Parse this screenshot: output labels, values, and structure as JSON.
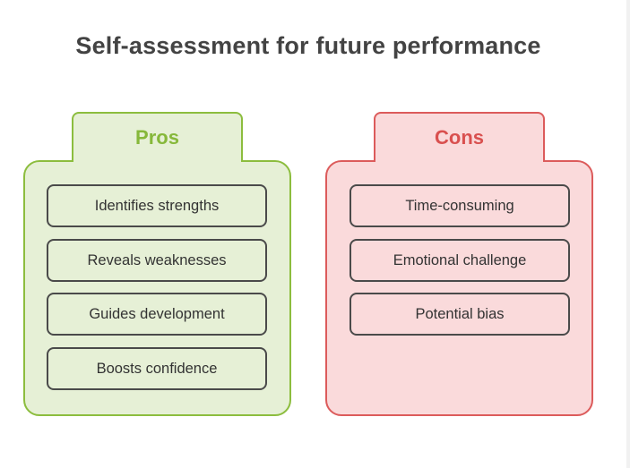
{
  "title": "Self-assessment for future performance",
  "pros": {
    "label": "Pros",
    "items": [
      "Identifies strengths",
      "Reveals weaknesses",
      "Guides development",
      "Boosts confidence"
    ]
  },
  "cons": {
    "label": "Cons",
    "items": [
      "Time-consuming",
      "Emotional challenge",
      "Potential bias"
    ]
  },
  "colors": {
    "pros_accent": "#8cbd3e",
    "pros_fill": "#e6f0d6",
    "cons_accent": "#dc5b5b",
    "cons_fill": "#fadadb",
    "item_border": "#4a4a4a",
    "title_text": "#434343"
  }
}
